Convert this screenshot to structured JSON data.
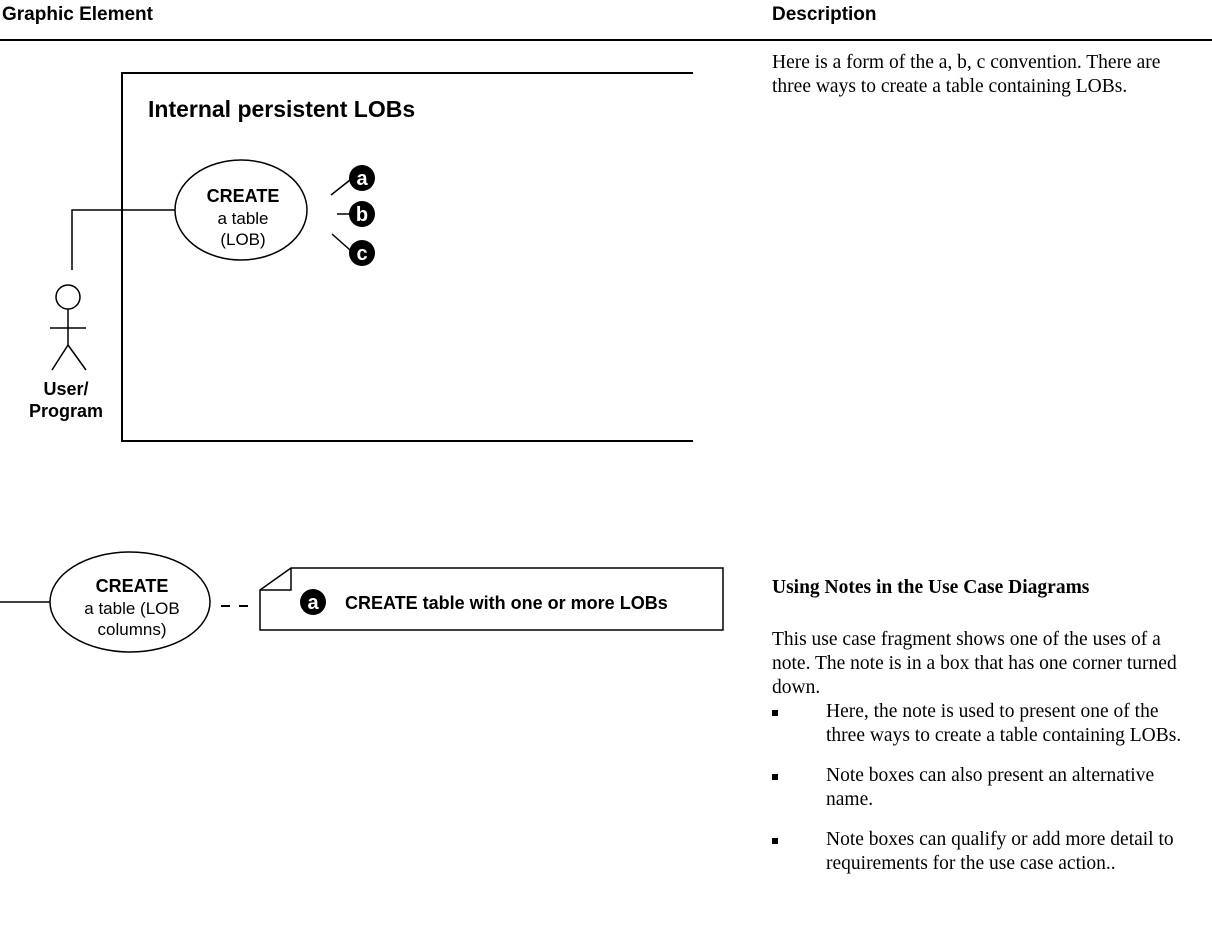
{
  "table": {
    "header_left": "Graphic Element",
    "header_right": "Description"
  },
  "figure1": {
    "system_title": "Internal persistent LOBs",
    "usecase_line1": "CREATE",
    "usecase_line2": "a table",
    "usecase_line3": "(LOB)",
    "option_a": "a",
    "option_b": "b",
    "option_c": "c",
    "actor_line1": "User/",
    "actor_line2": "Program"
  },
  "description1": "Here is a form of the a, b, c convention. There are three ways to create a table containing LOBs.",
  "figure2": {
    "usecase_line1": "CREATE",
    "usecase_line2": "a table (LOB",
    "usecase_line3": "columns)",
    "note_marker": "a",
    "note_text": "CREATE table with one or more LOBs"
  },
  "section2": {
    "heading": "Using Notes in the Use Case Diagrams",
    "paragraph": "This use case fragment shows one of the uses of a note. The note is in a box that has one corner turned down.",
    "bullets": [
      "Here, the note is used to present one of the three ways to create a table containing LOBs.",
      "Note boxes can also present an alternative name.",
      "Note boxes can qualify or add more detail to requirements for the use case action.."
    ]
  }
}
